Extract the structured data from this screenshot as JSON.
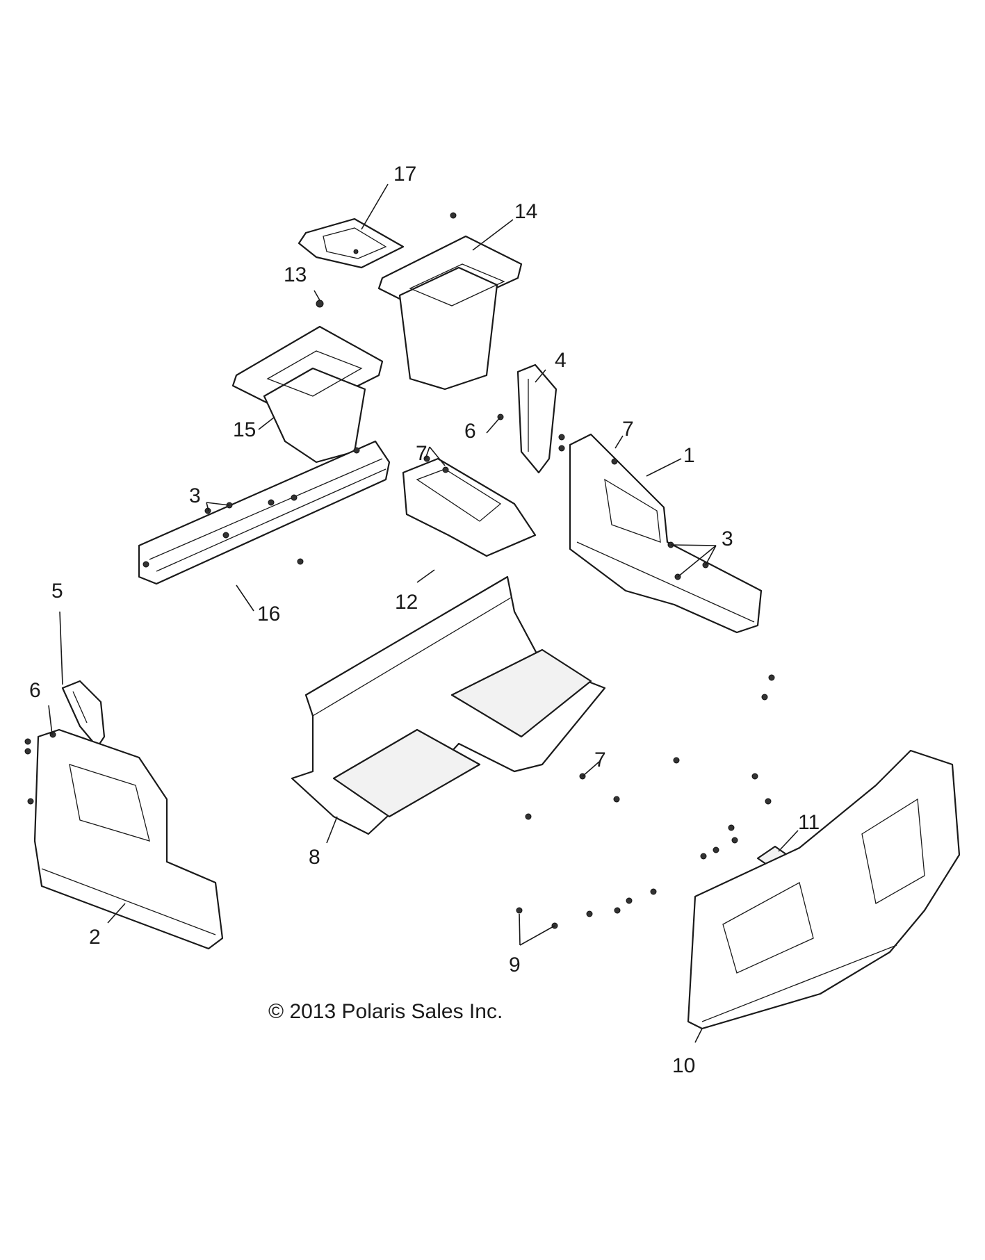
{
  "diagram": {
    "copyright": "© 2013 Polaris Sales Inc.",
    "callouts": {
      "c1": "1",
      "c2": "2",
      "c3a": "3",
      "c3b": "3",
      "c4": "4",
      "c5": "5",
      "c6a": "6",
      "c6b": "6",
      "c7a": "7",
      "c7b": "7",
      "c7c": "7",
      "c8": "8",
      "c9": "9",
      "c10": "10",
      "c11": "11",
      "c12": "12",
      "c13": "13",
      "c14": "14",
      "c15": "15",
      "c16": "16",
      "c17": "17"
    }
  }
}
